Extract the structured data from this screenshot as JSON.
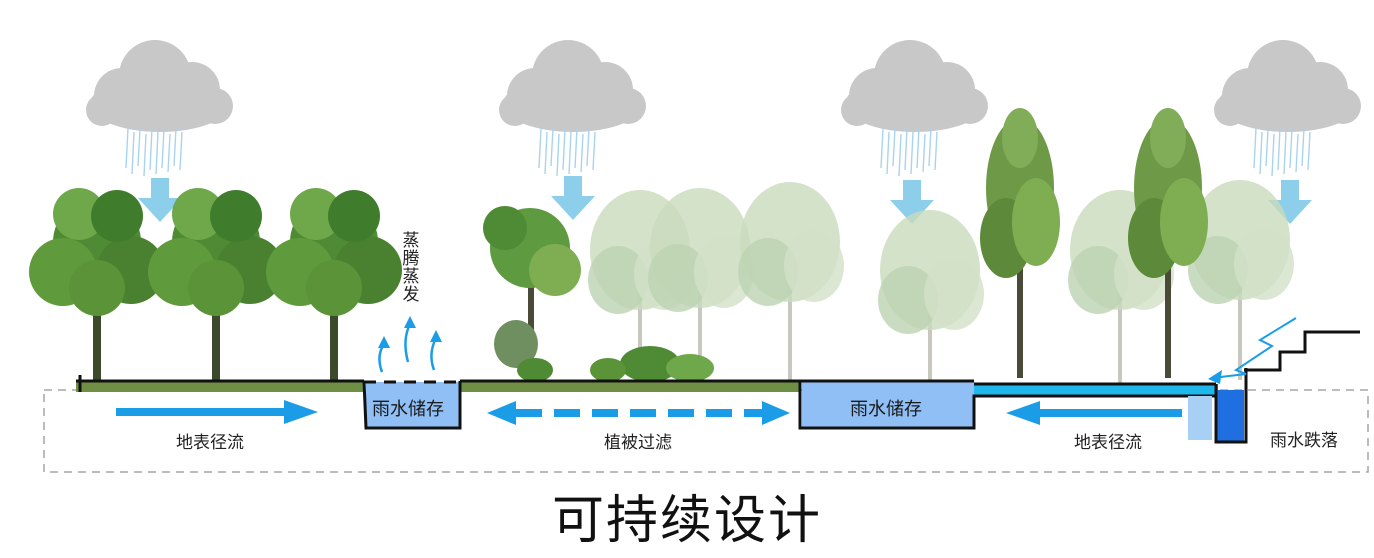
{
  "labels": {
    "surface_runoff_left": "地表径流",
    "rain_storage_small": "雨水储存",
    "vegetation_filter": "植被过滤",
    "rain_storage_large": "雨水储存",
    "surface_runoff_right": "地表径流",
    "rain_drop": "雨水跌落",
    "evapotranspiration": "蒸腾蒸发"
  },
  "title": "可持续设计",
  "colors": {
    "cloud": "#c8c8c8",
    "rain": "#8fc7e8",
    "arrow_down": "#8dcfea",
    "flow_arrow": "#1a9de6",
    "ground": "#6f8f45",
    "storage_fill": "#8fbff5",
    "water_channel": "#1fb8ec",
    "drop_blue": "#1f6fe0",
    "tree_dark": "#3f7d2c",
    "tree_light": "#7fae52",
    "tree_faded": "#bcd3b1",
    "dash_border": "#a6a6a6"
  },
  "icons": [
    "cloud-icon",
    "rain-icon",
    "down-arrow-icon",
    "tree-icon",
    "flow-arrow-icon",
    "evaporation-arrow-icon",
    "stairs-icon"
  ]
}
